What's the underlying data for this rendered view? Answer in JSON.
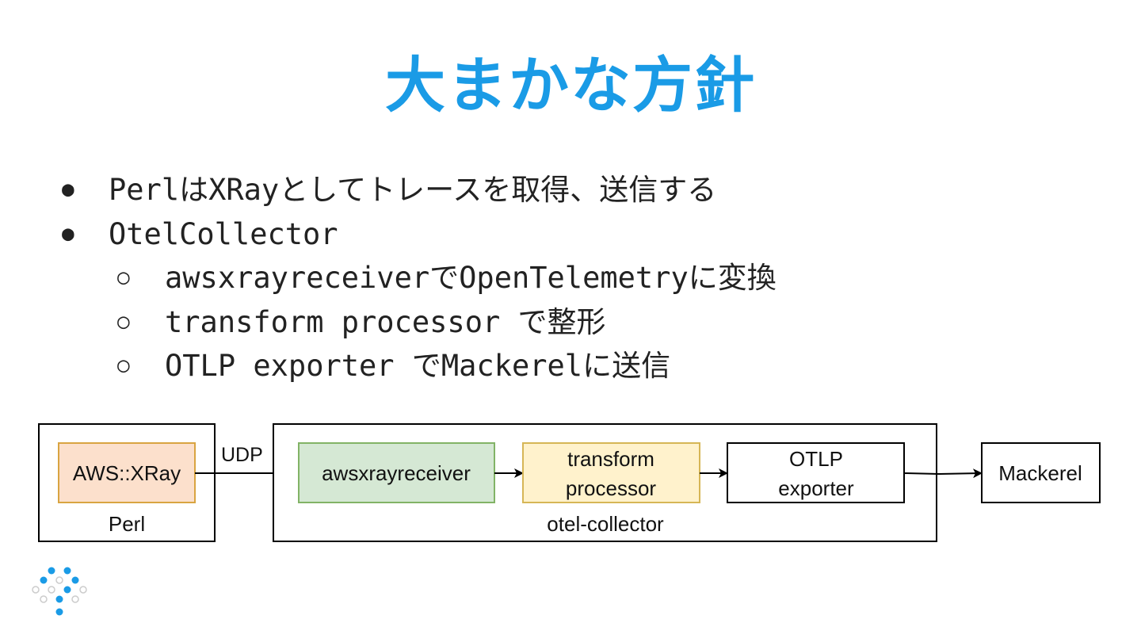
{
  "slide": {
    "title": "大まかな方針",
    "title_color": "#1a9be6",
    "bullets": [
      {
        "level": 1,
        "text": "PerlはXRayとしてトレースを取得、送信する"
      },
      {
        "level": 1,
        "text": "OtelCollector"
      },
      {
        "level": 2,
        "text": "awsxrayreceiverでOpenTelemetryに変換"
      },
      {
        "level": 2,
        "text": "transform processor で整形"
      },
      {
        "level": 2,
        "text": "OTLP exporter でMackerelに送信"
      }
    ],
    "bullet_marks": {
      "level1": "●",
      "level2": "○"
    }
  },
  "diagram": {
    "perl_box": {
      "label": "Perl"
    },
    "xray_node": {
      "label": "AWS::XRay",
      "fill": "#fce0cc",
      "stroke": "#d9a441"
    },
    "edge_label": "UDP",
    "collector_box": {
      "label": "otel-collector"
    },
    "receiver_node": {
      "label": "awsxrayreceiver",
      "fill": "#d5e8d4",
      "stroke": "#82b366"
    },
    "processor_node": {
      "line1": "transform",
      "line2": "processor",
      "fill": "#fff2cc",
      "stroke": "#d6b656"
    },
    "exporter_node": {
      "line1": "OTLP",
      "line2": "exporter"
    },
    "mackerel_node": {
      "label": "Mackerel"
    }
  },
  "logo": {
    "icon": "dot-logo-icon",
    "accent": "#1a9be6",
    "muted": "#cccccc"
  }
}
